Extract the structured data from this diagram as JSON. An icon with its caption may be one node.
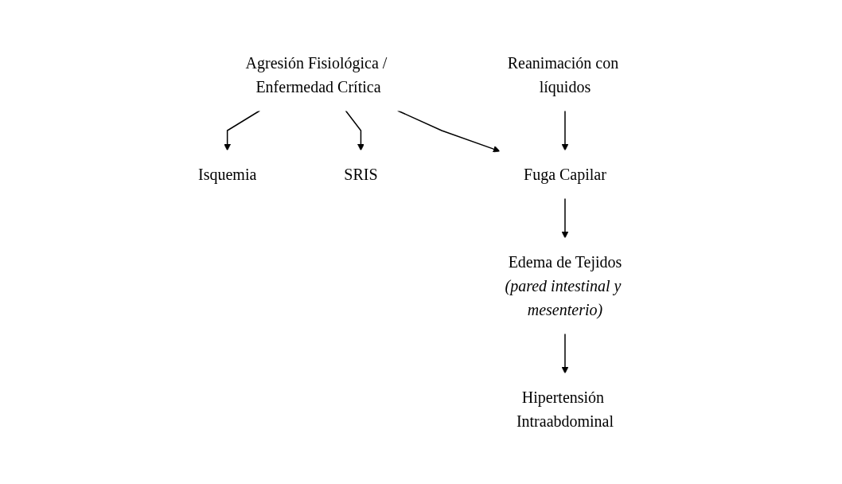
{
  "diagram": {
    "nodes": [
      {
        "text": [
          "Agresión Fisiológica / Enfermedad Crítica"
        ]
      },
      {
        "text": [
          "Isquemia"
        ]
      },
      {
        "text": [
          "SRIS"
        ]
      },
      {
        "text": [
          "Fuga Capilar"
        ]
      },
      {
        "text": [
          "Reanimación con líquidos"
        ]
      },
      {
        "text": [
          "Edema de Tejidos",
          "(pared intestinal y mesenterio)"
        ]
      },
      {
        "text": [
          "Hipertensión Intraabdominal"
        ]
      }
    ],
    "edges": [
      {
        "from": 0,
        "to": 1,
        "arrow": "to"
      },
      {
        "from": 0,
        "to": 2,
        "arrow": "to"
      },
      {
        "from": 0,
        "to": 3,
        "arrow": "to"
      },
      {
        "from": 4,
        "to": 3,
        "arrow": "to"
      },
      {
        "from": 3,
        "to": 5,
        "arrow": "to"
      },
      {
        "from": 5,
        "to": 6,
        "arrow": "to"
      }
    ]
  }
}
